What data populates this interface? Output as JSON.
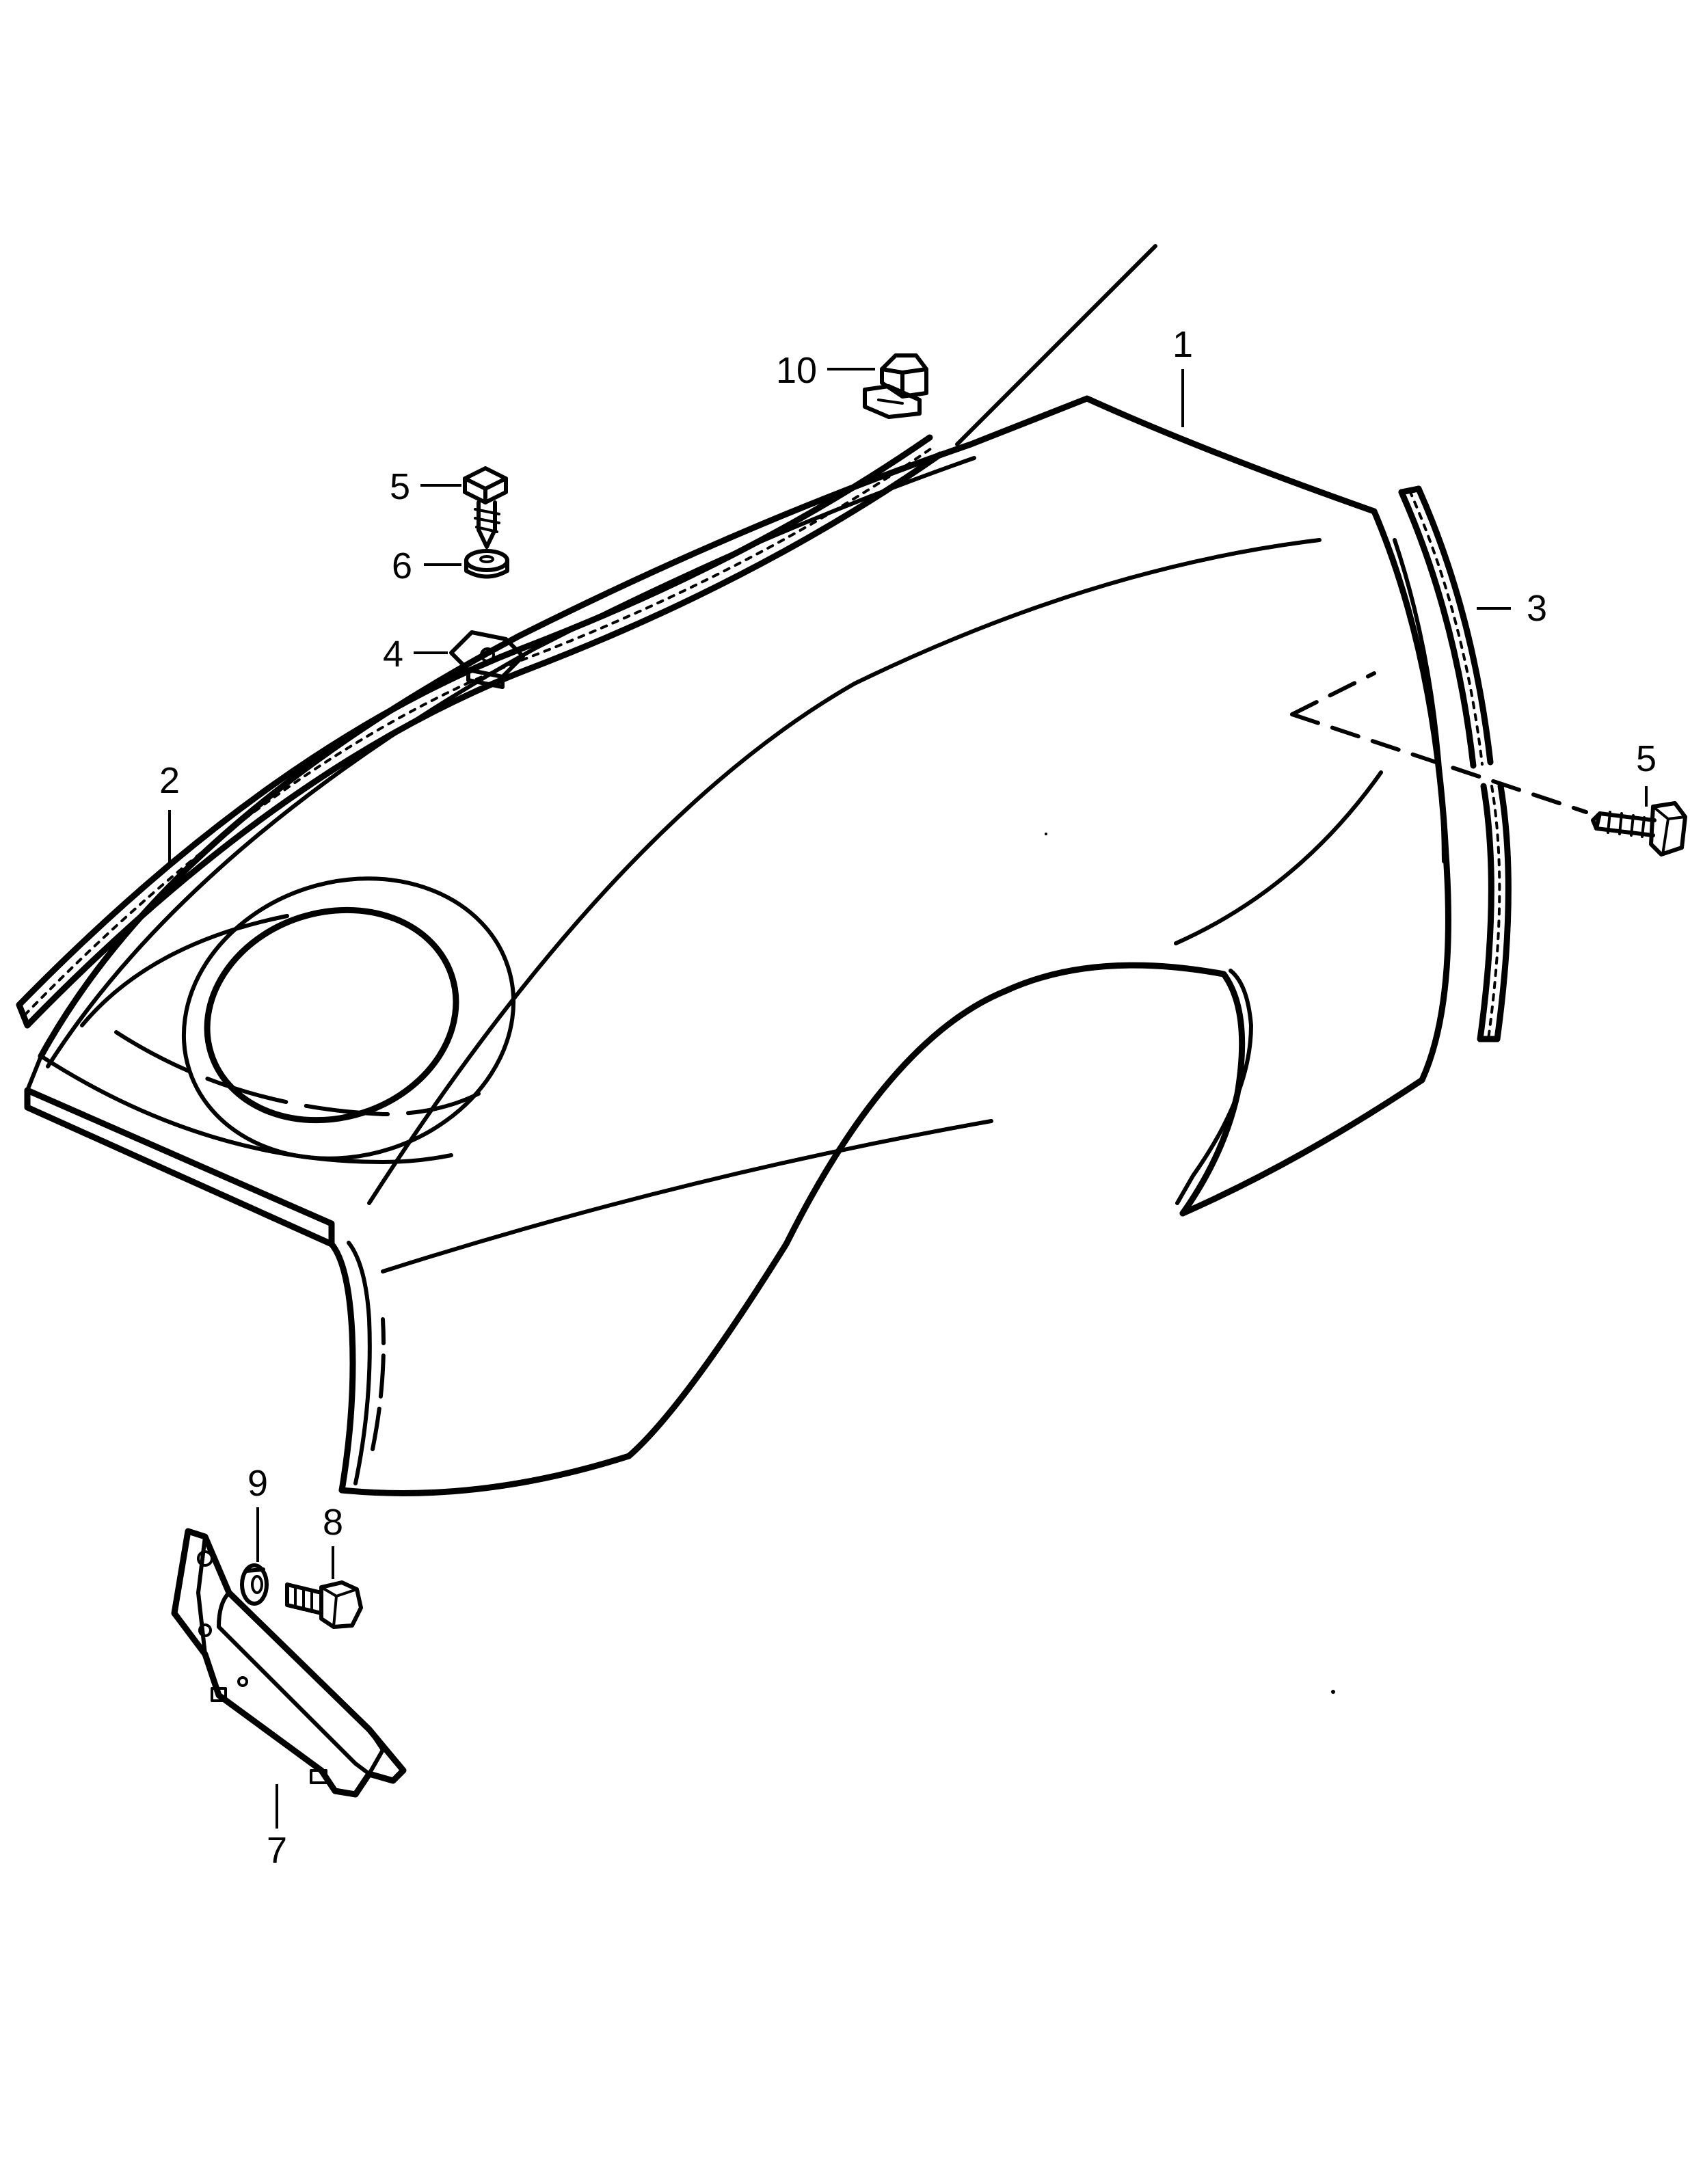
{
  "colors": {
    "ink": "#000000",
    "paper": "#ffffff"
  },
  "callouts": {
    "c1": "1",
    "c2": "2",
    "c3": "3",
    "c4": "4",
    "c5a": "5",
    "c5b": "5",
    "c6": "6",
    "c7": "7",
    "c8": "8",
    "c9": "9",
    "c10": "10"
  }
}
